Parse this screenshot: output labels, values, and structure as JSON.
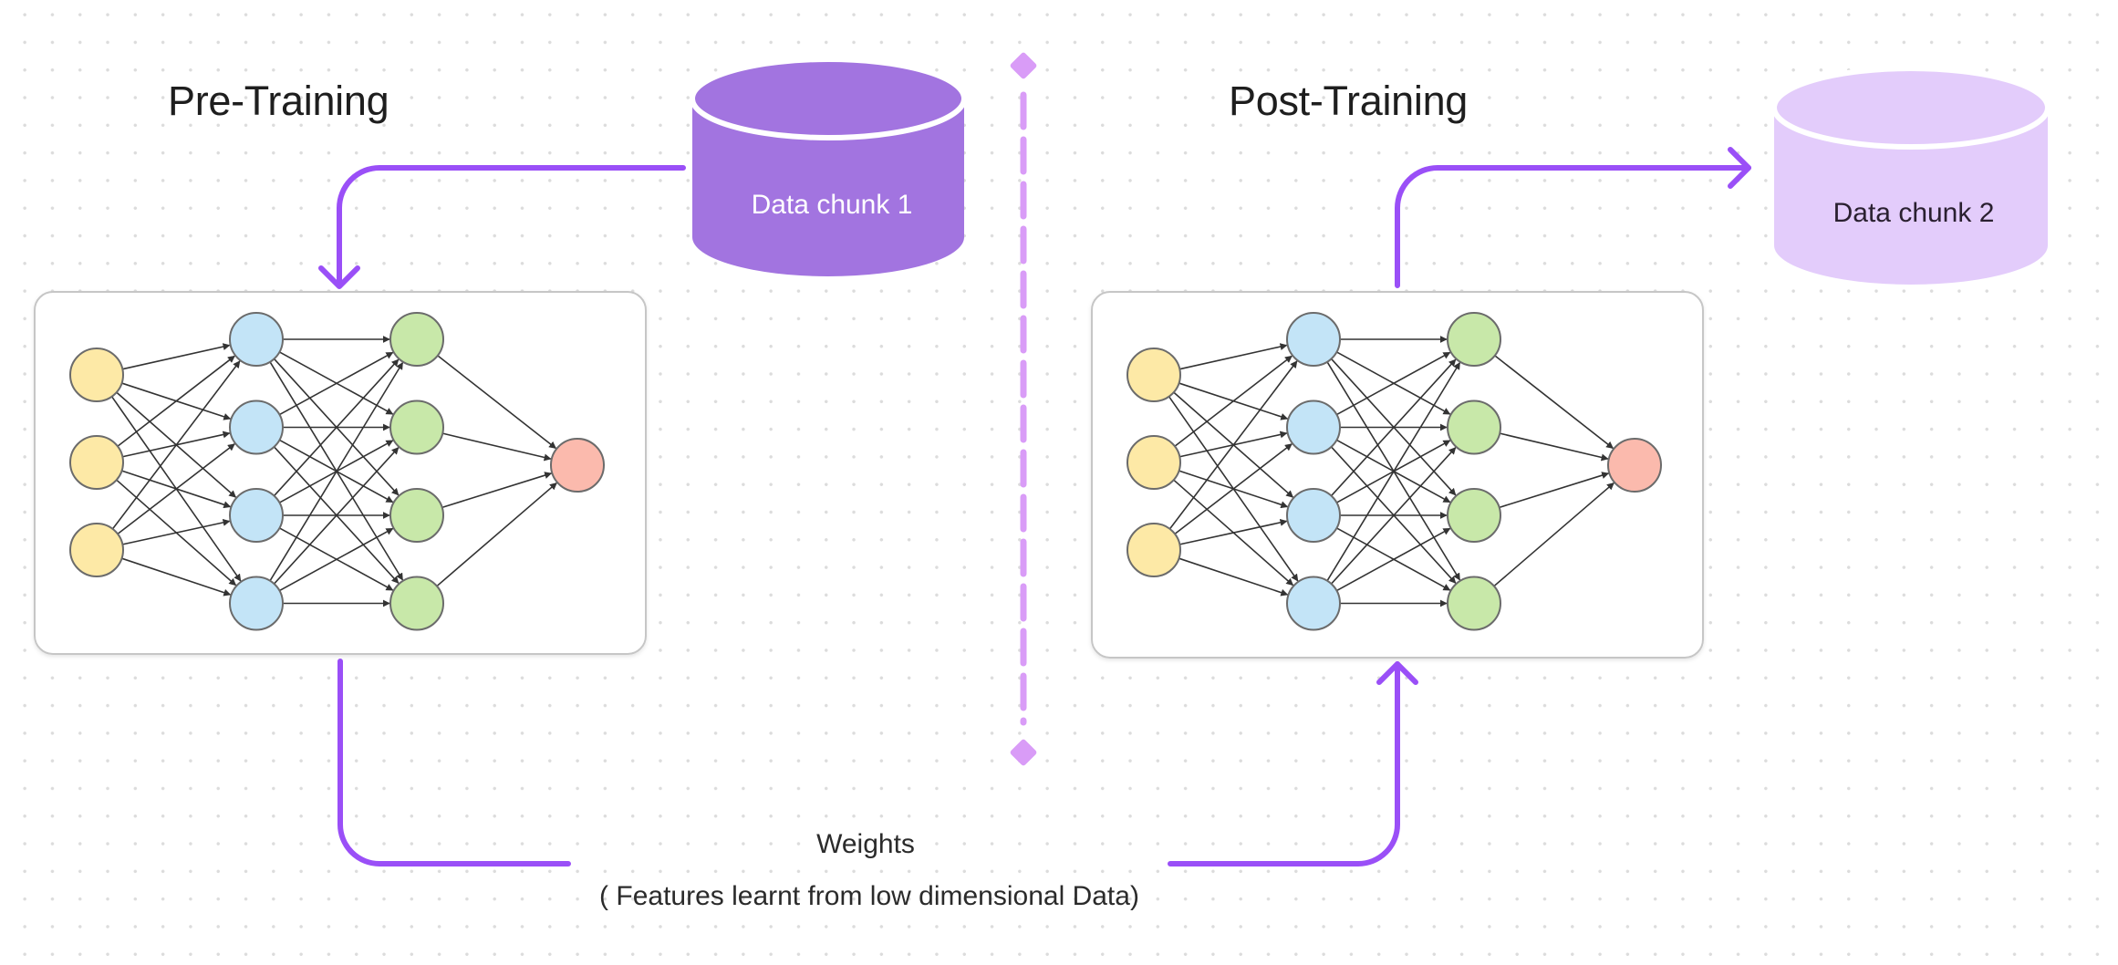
{
  "sections": {
    "pre_training": {
      "title": "Pre-Training"
    },
    "post_training": {
      "title": "Post-Training"
    }
  },
  "data_stores": [
    {
      "label": "Data chunk 1",
      "fill": "#a274e0",
      "text_color": "#ffffff"
    },
    {
      "label": "Data chunk 2",
      "fill": "#e3ccfb",
      "text_color": "#2a2030"
    }
  ],
  "networks": [
    {
      "name": "pre-training-network",
      "layers": [
        3,
        4,
        4,
        1
      ]
    },
    {
      "name": "post-training-network",
      "layers": [
        3,
        4,
        4,
        1
      ]
    }
  ],
  "layer_colors": [
    "#fde9a6",
    "#c3e4f7",
    "#c8e8a9",
    "#fbbaad"
  ],
  "weights_label": {
    "line1": "Weights",
    "line2": "( Features learnt from low dimensional Data)"
  },
  "colors": {
    "arrow": "#9a4ff7",
    "divider": "#d99cf7",
    "node_stroke": "#6b6b6b",
    "edge": "#333333",
    "panel_border": "#c6c6c6"
  }
}
